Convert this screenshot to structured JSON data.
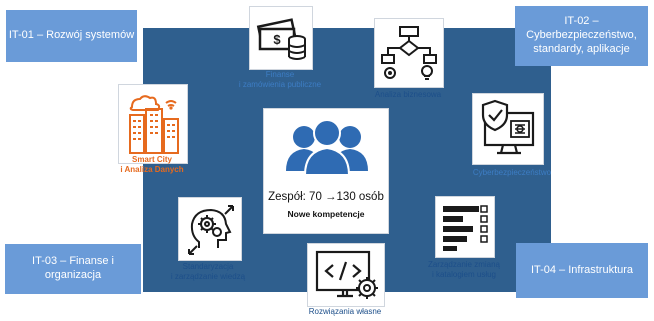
{
  "corners": {
    "it01": "IT-01 – Rozwój systemów",
    "it02": "IT-02 –\nCyberbezpieczeństwo,\nstandardy, aplikacje",
    "it03": "IT-03 – Finanse i organizacja",
    "it04": "IT-04 – Infrastruktura"
  },
  "center": {
    "headline": "Zespół: 70 →130 osób",
    "subtitle": "Nowe kompetencje"
  },
  "nodes": {
    "finanse": "Finanse\ni zamówienia publiczne",
    "analiza": "Analiza biznesowa",
    "smart_city": "Smart City\ni Analiza Danych",
    "cyber": "Cyberbezpieczeństwo",
    "standaryzacja": "Standaryzacja\ni zarządzanie wiedzą",
    "zarzadzanie": "Zarządzanie zmianą\ni katalogiem usług",
    "rozwiazania": "Rozwiązania własne"
  },
  "colors": {
    "panel": "#2f5f8e",
    "corner_box": "#6a9bd8",
    "icon_dark": "#1a1a1a",
    "icon_blue": "#2f6bb3",
    "accent_orange": "#e66a1e"
  },
  "icons": {
    "finanse": "money-coins-icon",
    "analiza": "flowchart-icon",
    "smart_city": "smart-city-buildings-icon",
    "cyber": "security-monitor-icon",
    "team": "team-people-icon",
    "standaryzacja": "head-gears-icon",
    "zarzadzanie": "catalog-list-icon",
    "rozwiazania": "code-gear-icon"
  }
}
